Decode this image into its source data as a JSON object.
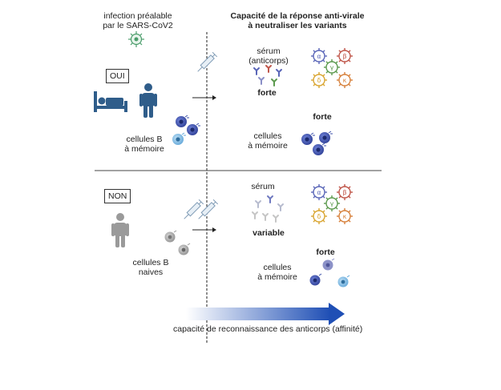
{
  "header": {
    "prior_infection": "infection préalable\npar le SARS-CoV2",
    "capacity_title": "Capacité de la réponse anti-virale\nà neutraliser les variants"
  },
  "top_row": {
    "answer": "OUI",
    "serum_label": "sérum\n(anticorps)",
    "serum_strength": "forte",
    "memory_strength": "forte",
    "memory_label": "cellules\nà mémoire",
    "bcell_label": "cellules B\nà mémoire"
  },
  "bottom_row": {
    "answer": "NON",
    "serum_label": "sérum",
    "serum_strength": "variable",
    "memory_strength": "forte",
    "memory_label": "cellules\nà mémoire",
    "bcell_label": "cellules B\nnaives"
  },
  "variants": [
    "α",
    "β",
    "γ",
    "δ",
    "κ"
  ],
  "footer": {
    "affinity_label": "capacité de reconnaissance des anticorps (affinité)"
  },
  "colors": {
    "person": "#2f5d8a",
    "person_naive": "#9a9a9a",
    "virus_alpha": "#5a66b8",
    "virus_beta": "#c0564a",
    "virus_gamma": "#5c9a4e",
    "virus_delta": "#d9a531",
    "virus_kappa": "#d7813c",
    "arrow": "#1f4fb5",
    "memory_cell": "#3b4fa8",
    "naive_cell": "#9b9b9b"
  }
}
